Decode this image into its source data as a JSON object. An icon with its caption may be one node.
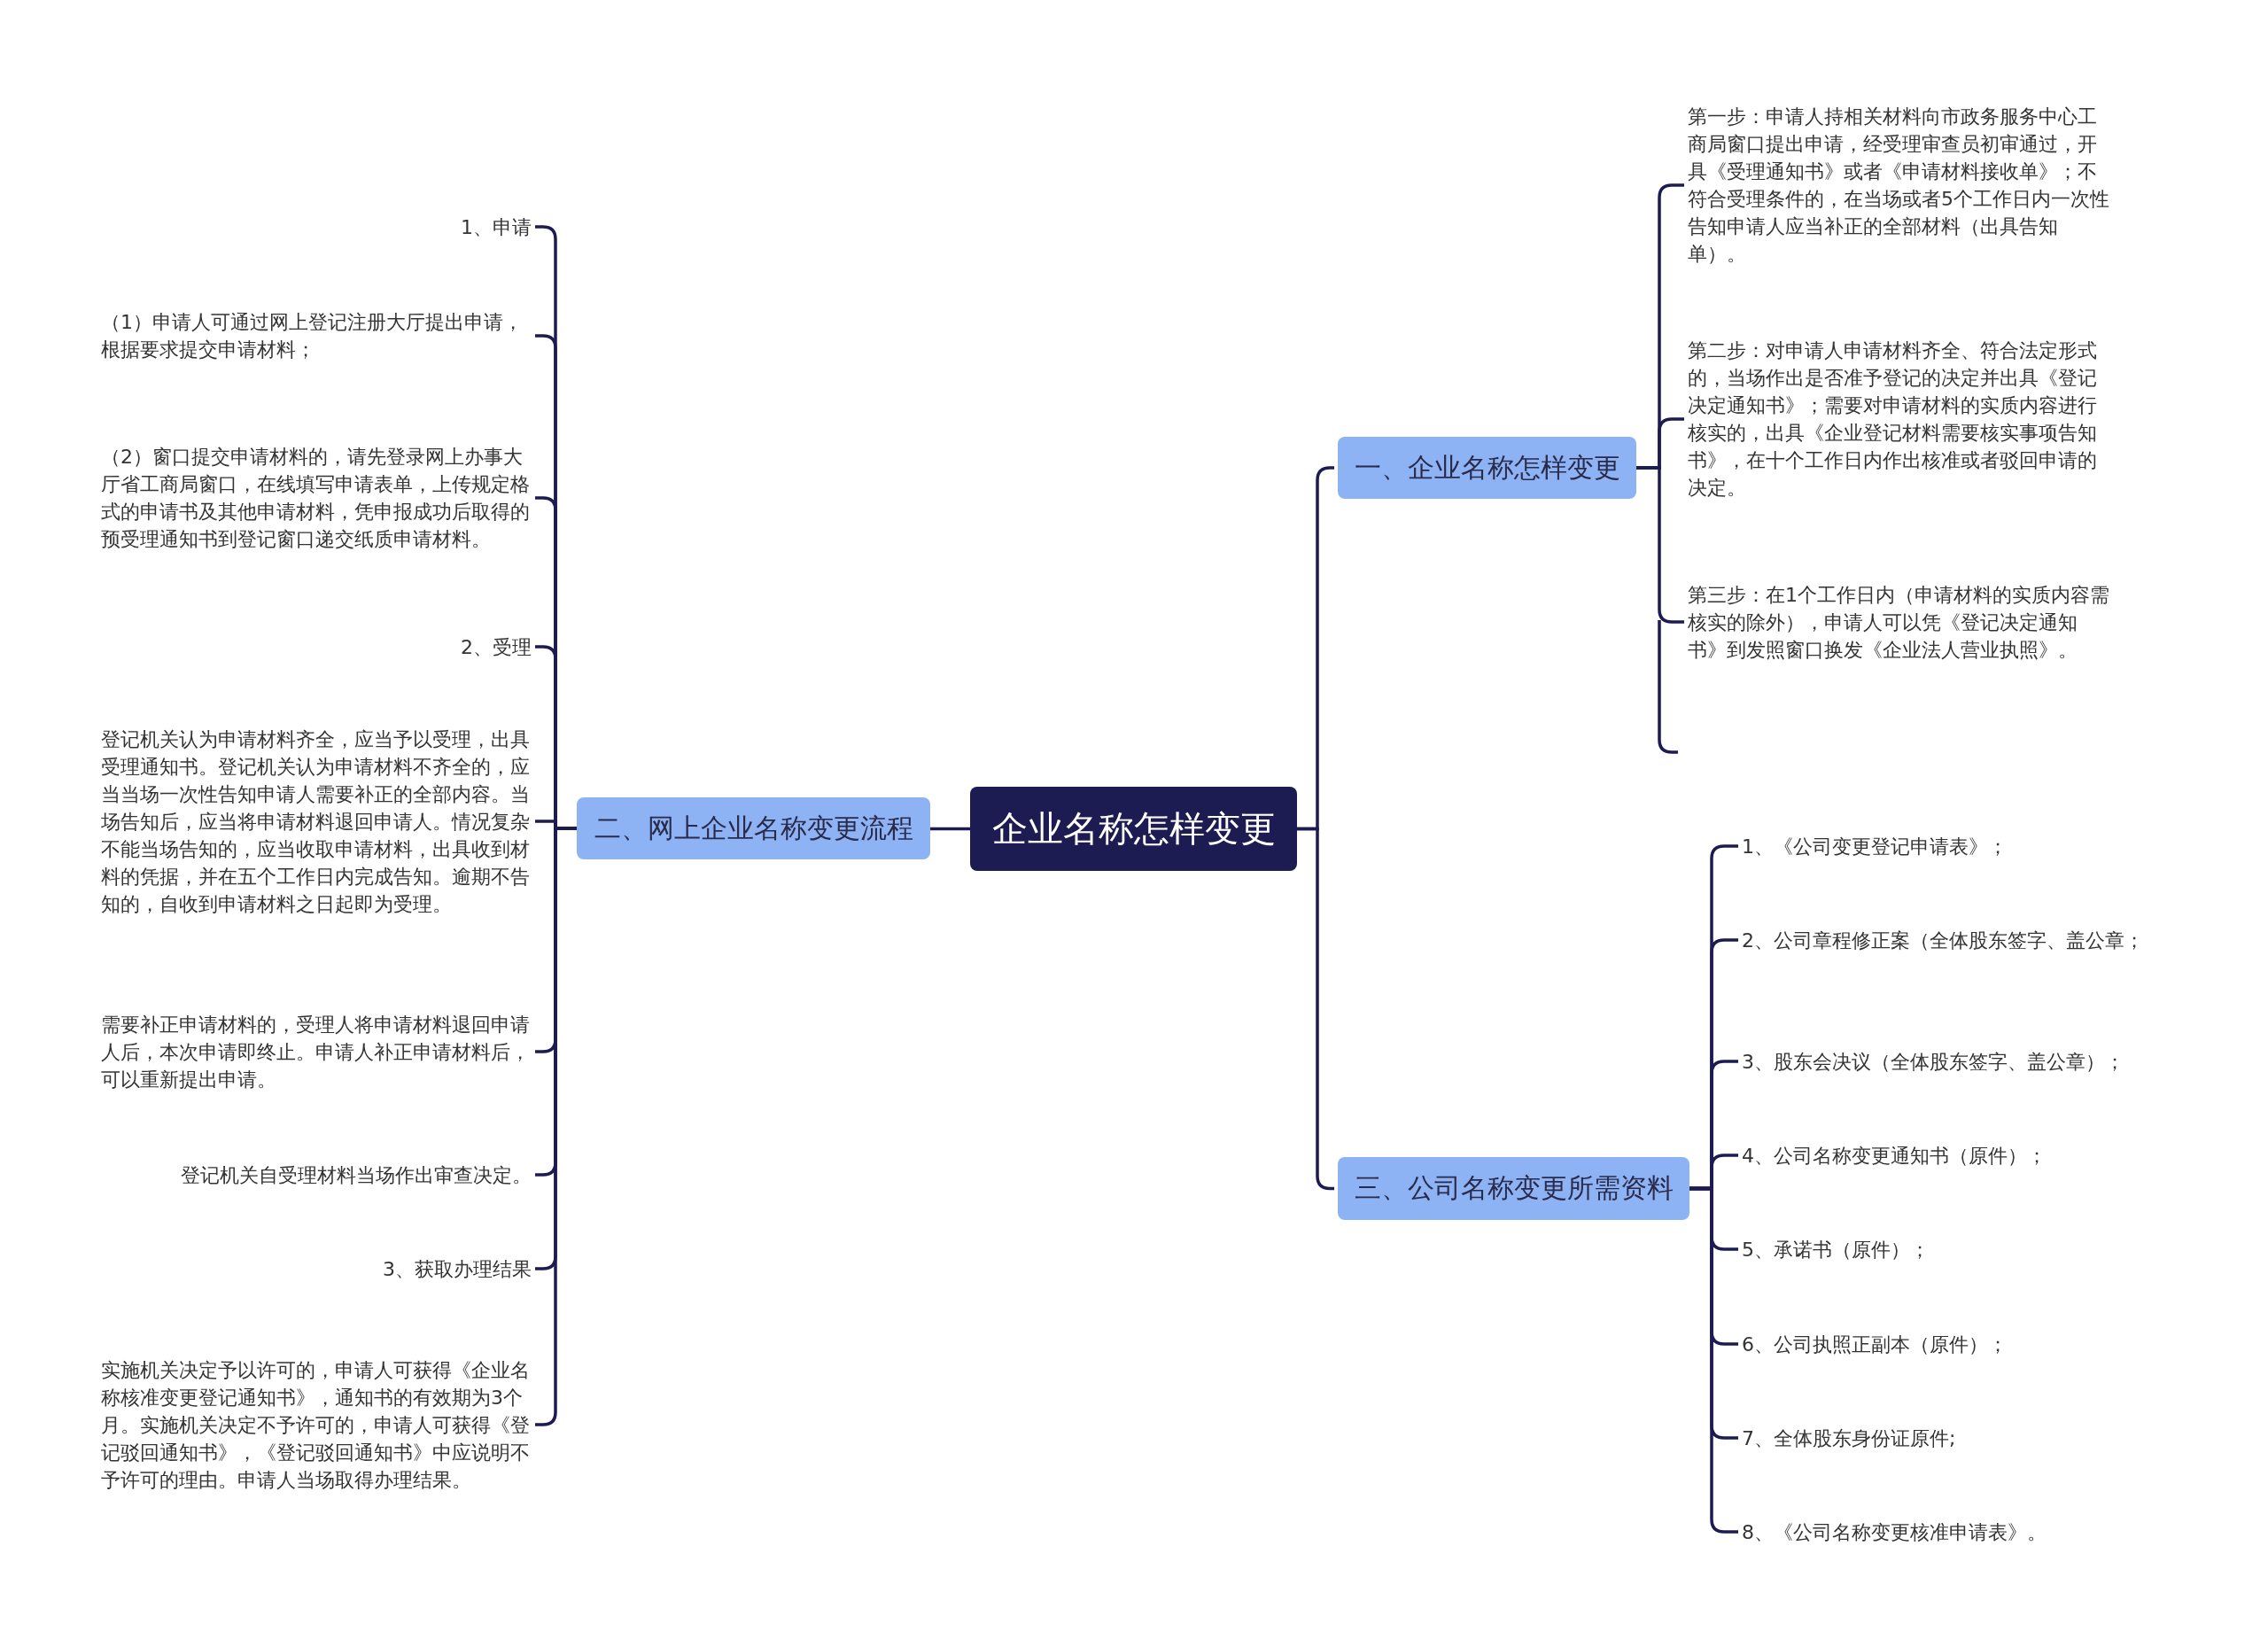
{
  "diagram": {
    "nodes": [
      {
        "text": [
          "企业名称怎样变更"
        ]
      },
      {
        "text": [
          "一、企业名称怎样变更"
        ]
      },
      {
        "text": [
          "第一步：申请人持相关材料向市政务服务中心工商局窗口提出申请，经受理审查员初审通过，开具《受理通知书》或者《申请材料接收单》；不符合受理条件的，在当场或者5个工作日内一次性告知申请人应当补正的全部材料（出具告知单）。"
        ]
      },
      {
        "text": [
          "第二步：对申请人申请材料齐全、符合法定形式的，当场作出是否准予登记的决定并出具《登记决定通知书》；需要对申请材料的实质内容进行核实的，出具《企业登记材料需要核实事项告知书》，在十个工作日内作出核准或者驳回申请的决定。"
        ]
      },
      {
        "text": [
          "第三步：在1个工作日内（申请材料的实质内容需核实的除外），申请人可以凭《登记决定通知书》到发照窗口换发《企业法人营业执照》。"
        ]
      },
      {
        "text": [
          "二、网上企业名称变更流程"
        ]
      },
      {
        "text": [
          "1、申请"
        ]
      },
      {
        "text": [
          "（1）申请人可通过网上登记注册大厅提出申请，根据要求提交申请材料；"
        ]
      },
      {
        "text": [
          "（2）窗口提交申请材料的，请先登录网上办事大厅省工商局窗口，在线填写申请表单，上传规定格式的申请书及其他申请材料，凭申报成功后取得的预受理通知书到登记窗口递交纸质申请材料。"
        ]
      },
      {
        "text": [
          "2、受理"
        ]
      },
      {
        "text": [
          "登记机关认为申请材料齐全，应当予以受理，出具受理通知书。登记机关认为申请材料不齐全的，应当当场一次性告知申请人需要补正的全部内容。当场告知后，应当将申请材料退回申请人。情况复杂不能当场告知的，应当收取申请材料，出具收到材料的凭据，并在五个工作日内完成告知。逾期不告知的，自收到申请材料之日起即为受理。"
        ]
      },
      {
        "text": [
          "需要补正申请材料的，受理人将申请材料退回申请人后，本次申请即终止。申请人补正申请材料后，可以重新提出申请。"
        ]
      },
      {
        "text": [
          "登记机关自受理材料当场作出审查决定。"
        ]
      },
      {
        "text": [
          "3、获取办理结果"
        ]
      },
      {
        "text": [
          "实施机关决定予以许可的，申请人可获得《企业名称核准变更登记通知书》，通知书的有效期为3个月。实施机关决定不予许可的，申请人可获得《登记驳回通知书》，《登记驳回通知书》中应说明不予许可的理由。申请人当场取得办理结果。"
        ]
      },
      {
        "text": [
          "三、公司名称变更所需资料"
        ]
      },
      {
        "text": [
          "1、《公司变更登记申请表》；"
        ]
      },
      {
        "text": [
          "2、公司章程修正案（全体股东签字、盖公章；"
        ]
      },
      {
        "text": [
          "3、股东会决议（全体股东签字、盖公章）；"
        ]
      },
      {
        "text": [
          "4、公司名称变更通知书（原件）；"
        ]
      },
      {
        "text": [
          "5、承诺书（原件）；"
        ]
      },
      {
        "text": [
          "6、公司执照正副本（原件）；"
        ]
      },
      {
        "text": [
          "7、全体股东身份证原件;"
        ]
      },
      {
        "text": [
          "8、《公司名称变更核准申请表》。"
        ]
      }
    ],
    "edges": [
      {
        "from": 0,
        "to": 1,
        "arrow": "none"
      },
      {
        "from": 1,
        "to": 2,
        "arrow": "none"
      },
      {
        "from": 1,
        "to": 3,
        "arrow": "none"
      },
      {
        "from": 1,
        "to": 4,
        "arrow": "none"
      },
      {
        "from": 0,
        "to": 5,
        "arrow": "none"
      },
      {
        "from": 5,
        "to": 6,
        "arrow": "none"
      },
      {
        "from": 5,
        "to": 7,
        "arrow": "none"
      },
      {
        "from": 5,
        "to": 8,
        "arrow": "none"
      },
      {
        "from": 5,
        "to": 9,
        "arrow": "none"
      },
      {
        "from": 5,
        "to": 10,
        "arrow": "none"
      },
      {
        "from": 5,
        "to": 11,
        "arrow": "none"
      },
      {
        "from": 5,
        "to": 12,
        "arrow": "none"
      },
      {
        "from": 5,
        "to": 13,
        "arrow": "none"
      },
      {
        "from": 5,
        "to": 14,
        "arrow": "none"
      },
      {
        "from": 0,
        "to": 15,
        "arrow": "none"
      },
      {
        "from": 15,
        "to": 16,
        "arrow": "none"
      },
      {
        "from": 15,
        "to": 17,
        "arrow": "none"
      },
      {
        "from": 15,
        "to": 18,
        "arrow": "none"
      },
      {
        "from": 15,
        "to": 19,
        "arrow": "none"
      },
      {
        "from": 15,
        "to": 20,
        "arrow": "none"
      },
      {
        "from": 15,
        "to": 21,
        "arrow": "none"
      },
      {
        "from": 15,
        "to": 22,
        "arrow": "none"
      },
      {
        "from": 15,
        "to": 23,
        "arrow": "none"
      }
    ]
  }
}
